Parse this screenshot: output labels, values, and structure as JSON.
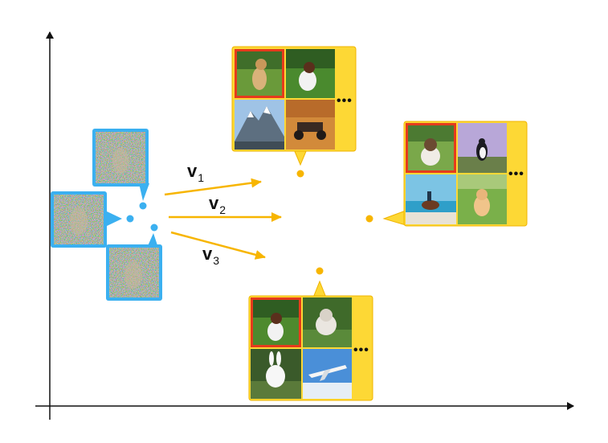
{
  "vectors": [
    {
      "symbol": "v",
      "subscript": "1"
    },
    {
      "symbol": "v",
      "subscript": "2"
    },
    {
      "symbol": "v",
      "subscript": "3"
    }
  ],
  "more_indicator": "•••",
  "colors": {
    "accent_yellow": "#fdd835",
    "accent_yellow_border": "#f0b400",
    "arrow": "#f7b500",
    "noisy_blue": "#3bb0f0",
    "highlight_red": "#e53b1c",
    "axis": "#111111"
  },
  "icons": {
    "noisy_images": [
      "noisy-dog-image-top",
      "noisy-dog-image-left",
      "noisy-dog-image-bottom"
    ],
    "cluster_top": [
      "sitting-dog-photo",
      "spaniel-photo",
      "mountain-photo",
      "racing-buggy-photo"
    ],
    "cluster_right": [
      "bulldog-photo",
      "puffin-photo",
      "horse-rider-beach-photo",
      "kitten-photo"
    ],
    "cluster_bottom": [
      "spaniel-photo",
      "bulldog-in-grass-photo",
      "white-rabbit-photo",
      "airplane-photo"
    ]
  }
}
